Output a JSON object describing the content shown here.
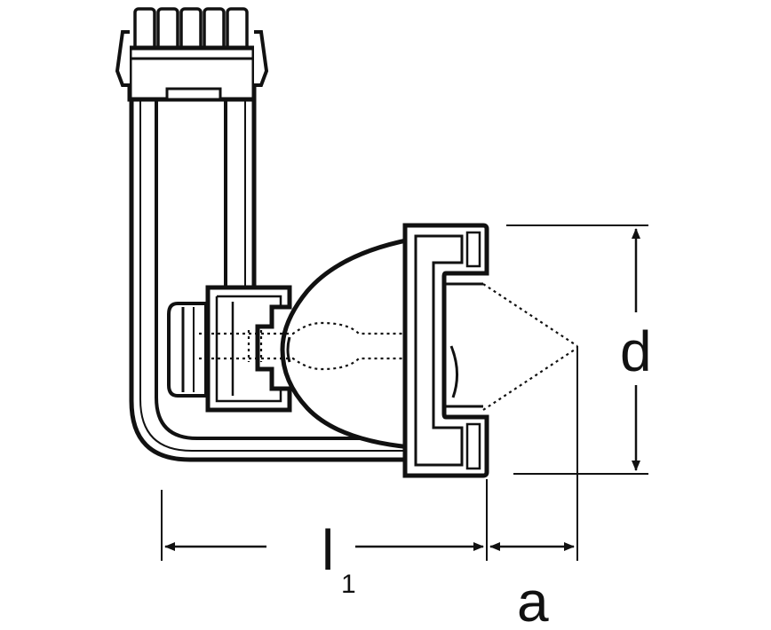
{
  "drawing": {
    "stroke_color": "#111111",
    "background": "#ffffff",
    "dimensions": {
      "length_label": "l",
      "length_subscript": "1",
      "gap_label": "a",
      "diameter_label": "d"
    }
  }
}
